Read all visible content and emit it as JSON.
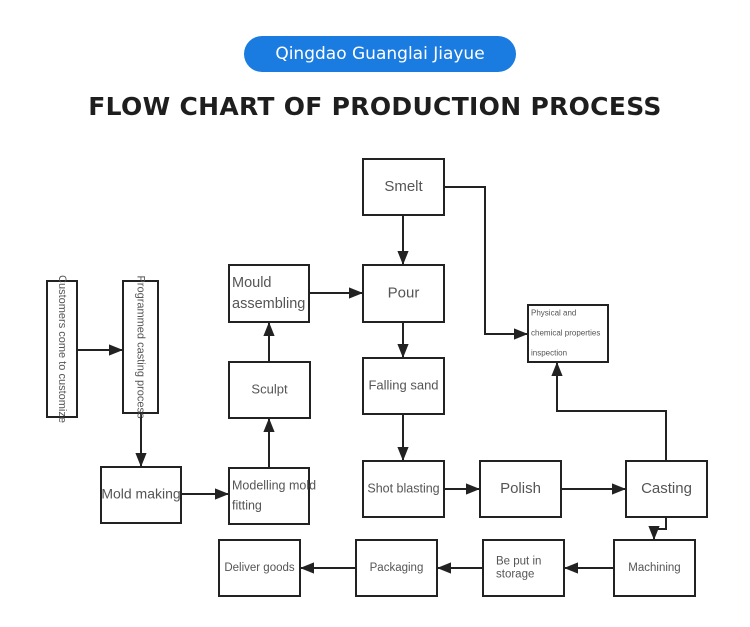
{
  "header": {
    "company_badge": "Qingdao Guanglai Jiayue",
    "title": "FLOW CHART OF PRODUCTION PROCESS",
    "badge_color": "#1a7be0"
  },
  "nodes": [
    {
      "id": "customers",
      "lines": [
        "Customers come to customize"
      ],
      "vertical": true
    },
    {
      "id": "programmed",
      "lines": [
        "Programmed casting process"
      ],
      "vertical": true
    },
    {
      "id": "mold-making",
      "lines": [
        "Mold making"
      ]
    },
    {
      "id": "modelling",
      "lines": [
        "Modelling mold",
        "fitting"
      ]
    },
    {
      "id": "sculpt",
      "lines": [
        "Sculpt"
      ]
    },
    {
      "id": "mould-assembling",
      "lines": [
        "Mould",
        "assembling"
      ]
    },
    {
      "id": "smelt",
      "lines": [
        "Smelt"
      ]
    },
    {
      "id": "pour",
      "lines": [
        "Pour"
      ]
    },
    {
      "id": "falling-sand",
      "lines": [
        "Falling sand"
      ]
    },
    {
      "id": "shot-blasting",
      "lines": [
        "Shot blasting"
      ]
    },
    {
      "id": "polish",
      "lines": [
        "Polish"
      ]
    },
    {
      "id": "casting",
      "lines": [
        "Casting"
      ]
    },
    {
      "id": "inspection",
      "lines": [
        "Physical and",
        "chemical properties",
        "inspection"
      ]
    },
    {
      "id": "machining",
      "lines": [
        "Machining"
      ]
    },
    {
      "id": "storage",
      "lines": [
        "Be put in",
        "storage"
      ]
    },
    {
      "id": "packaging",
      "lines": [
        "Packaging"
      ]
    },
    {
      "id": "deliver",
      "lines": [
        "Deliver goods"
      ]
    }
  ],
  "edges": [
    {
      "from": "customers",
      "to": "programmed"
    },
    {
      "from": "programmed",
      "to": "mold-making"
    },
    {
      "from": "mold-making",
      "to": "modelling"
    },
    {
      "from": "modelling",
      "to": "sculpt"
    },
    {
      "from": "sculpt",
      "to": "mould-assembling"
    },
    {
      "from": "mould-assembling",
      "to": "pour"
    },
    {
      "from": "smelt",
      "to": "pour"
    },
    {
      "from": "smelt",
      "to": "inspection"
    },
    {
      "from": "pour",
      "to": "falling-sand"
    },
    {
      "from": "falling-sand",
      "to": "shot-blasting"
    },
    {
      "from": "shot-blasting",
      "to": "polish"
    },
    {
      "from": "polish",
      "to": "casting"
    },
    {
      "from": "casting",
      "to": "inspection"
    },
    {
      "from": "casting",
      "to": "machining"
    },
    {
      "from": "machining",
      "to": "storage"
    },
    {
      "from": "storage",
      "to": "packaging"
    },
    {
      "from": "packaging",
      "to": "deliver"
    }
  ]
}
